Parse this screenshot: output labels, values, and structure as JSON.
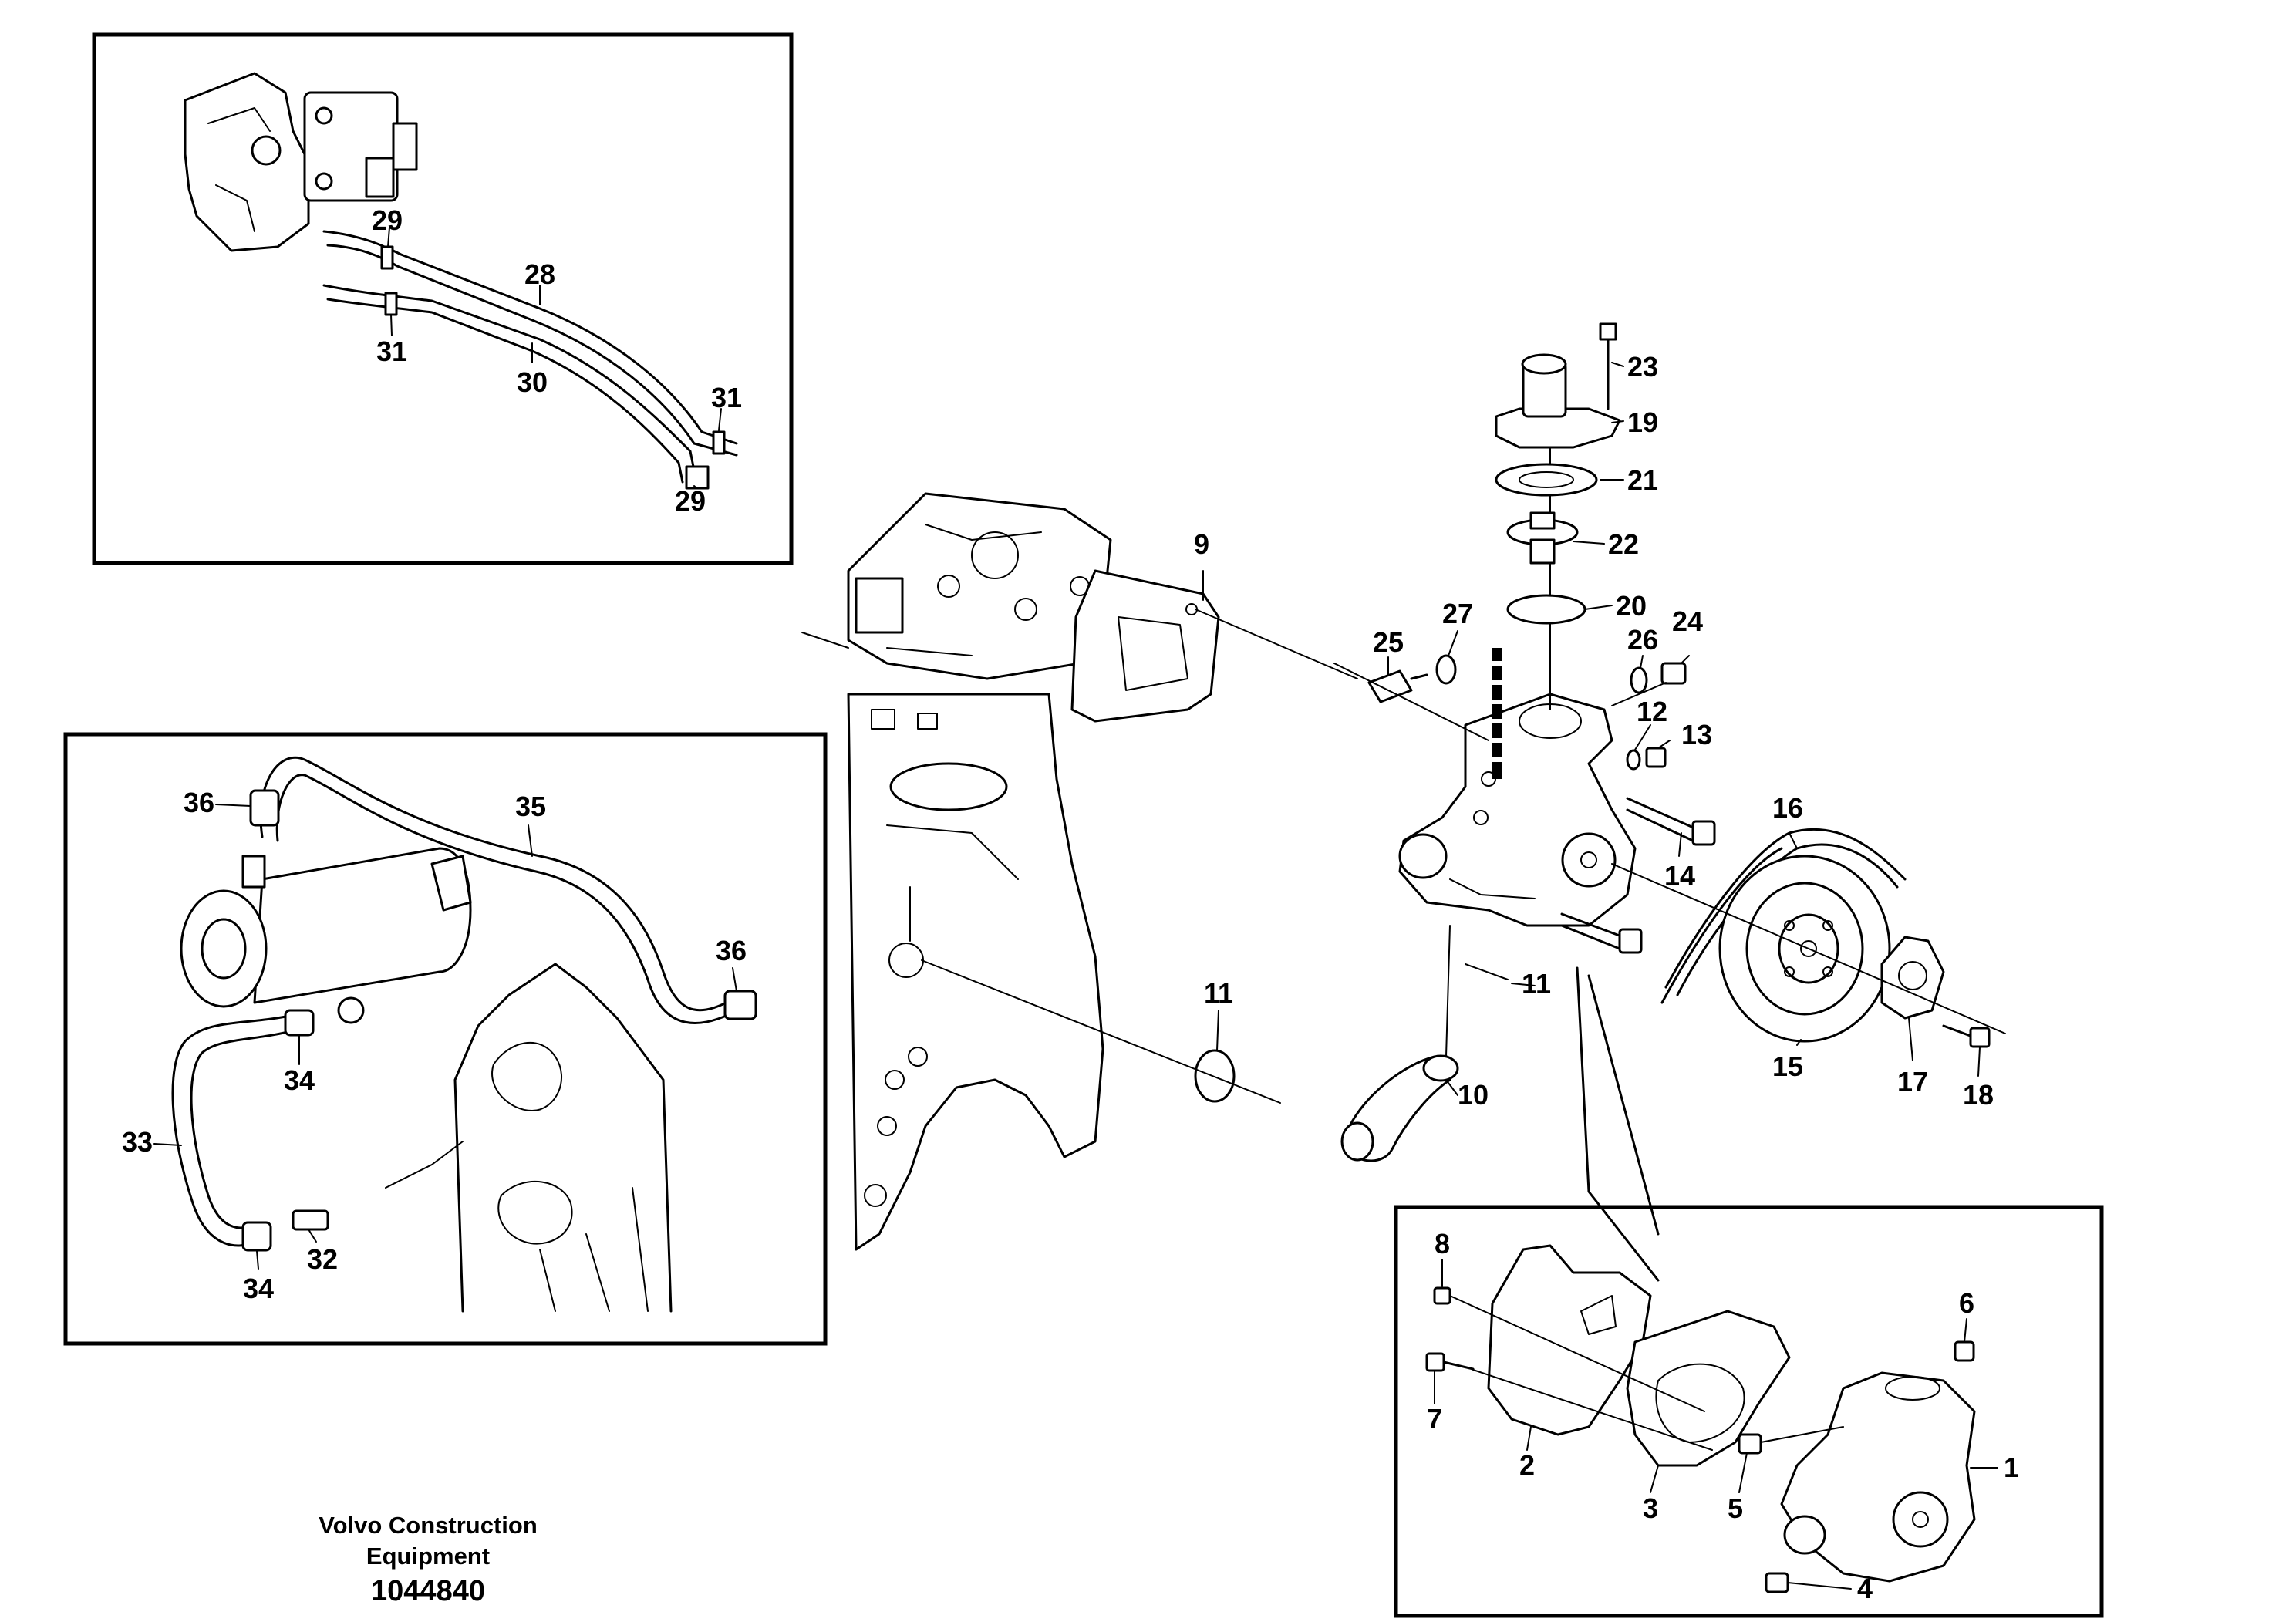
{
  "caption": {
    "line1": "Volvo Construction",
    "line2": "Equipment",
    "number": "1044840"
  },
  "callouts": {
    "c1": "1",
    "c2": "2",
    "c3": "3",
    "c4": "4",
    "c5": "5",
    "c6": "6",
    "c7": "7",
    "c8": "8",
    "c9": "9",
    "c10": "10",
    "c11a": "11",
    "c11b": "11",
    "c12": "12",
    "c13": "13",
    "c14": "14",
    "c15": "15",
    "c16": "16",
    "c17": "17",
    "c18": "18",
    "c19": "19",
    "c20": "20",
    "c21": "21",
    "c22": "22",
    "c23": "23",
    "c24": "24",
    "c25": "25",
    "c26": "26",
    "c27": "27",
    "c28": "28",
    "c29a": "29",
    "c29b": "29",
    "c30": "30",
    "c31a": "31",
    "c31b": "31",
    "c32": "32",
    "c33": "33",
    "c34a": "34",
    "c34b": "34",
    "c35": "35",
    "c36a": "36",
    "c36b": "36"
  }
}
